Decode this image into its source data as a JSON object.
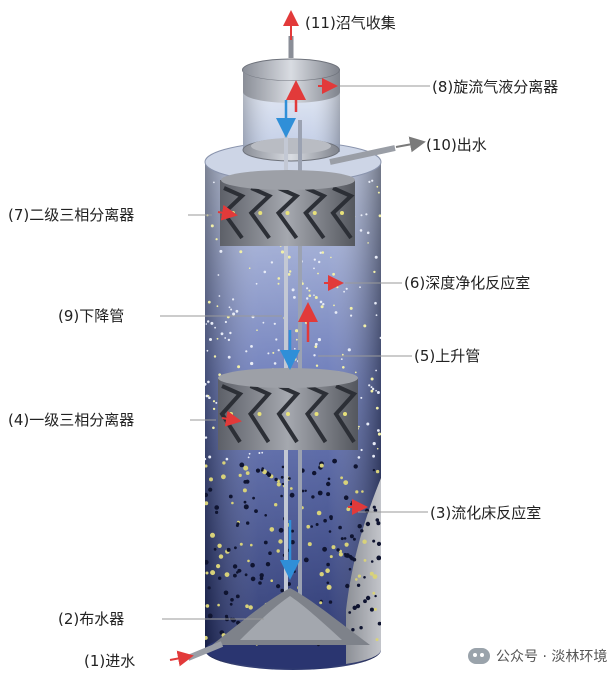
{
  "labels": {
    "biogas": "(11)沼气收集",
    "cyclone": "(8)旋流气液分离器",
    "outlet": "(10)出水",
    "sep2": "(7)二级三相分离器",
    "deep": "(6)深度净化反应室",
    "down": "(9)下降管",
    "riser": "(5)上升管",
    "sep1": "(4)一级三相分离器",
    "fluid": "(3)流化床反应室",
    "distributor": "(2)布水器",
    "inlet": "(1)进水"
  },
  "watermark": "公众号 · 淡林环境",
  "colors": {
    "tank_top": "#c7d1e8",
    "tank_mid": "#6878b8",
    "tank_bottom": "#1e2a66",
    "separator": "#7d7f86",
    "arrow_red": "#e23a3a",
    "arrow_blue": "#2f8fd8",
    "leader": "#9a9a9a"
  }
}
